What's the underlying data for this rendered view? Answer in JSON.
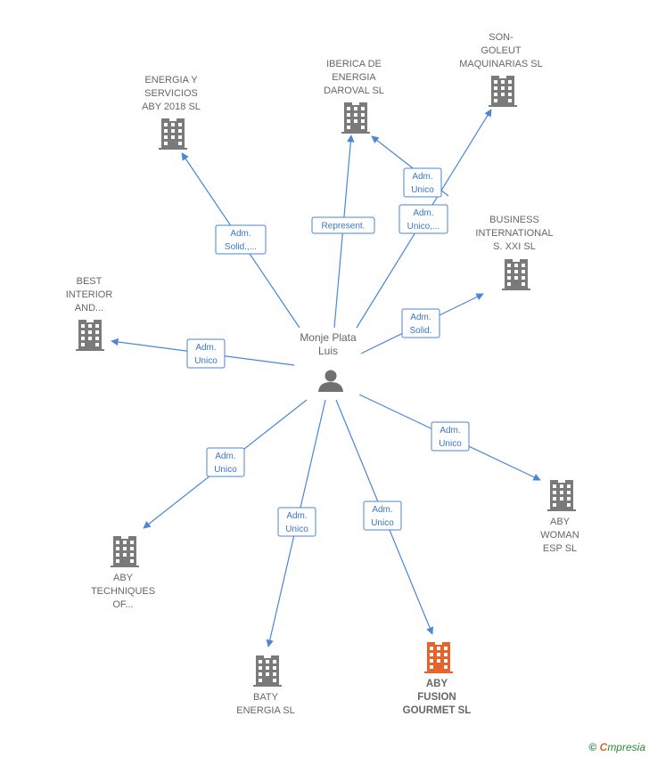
{
  "person": {
    "name_lines": [
      "Monje Plata",
      "Luis"
    ],
    "icon": "person-icon"
  },
  "companies": [
    {
      "id": "energia",
      "lines": [
        "ENERGIA Y",
        "SERVICIOS",
        "ABY 2018  SL"
      ],
      "highlight": false
    },
    {
      "id": "iberica",
      "lines": [
        "IBERICA DE",
        "ENERGIA",
        "DAROVAL  SL"
      ],
      "highlight": false
    },
    {
      "id": "songoleut",
      "lines": [
        "SON-",
        "GOLEUT",
        "MAQUINARIAS SL"
      ],
      "highlight": false
    },
    {
      "id": "business",
      "lines": [
        "BUSINESS",
        "INTERNATIONAL",
        "S.  XXI SL"
      ],
      "highlight": false
    },
    {
      "id": "best",
      "lines": [
        "BEST",
        "INTERIOR",
        "AND..."
      ],
      "highlight": false
    },
    {
      "id": "techniques",
      "lines": [
        "ABY",
        "TECHNIQUES",
        "OF..."
      ],
      "highlight": false
    },
    {
      "id": "baty",
      "lines": [
        "BATY",
        "ENERGIA  SL"
      ],
      "highlight": false
    },
    {
      "id": "fusion",
      "lines": [
        "ABY",
        "FUSION",
        "GOURMET  SL"
      ],
      "highlight": true
    },
    {
      "id": "woman",
      "lines": [
        "ABY",
        "WOMAN",
        "ESP  SL"
      ],
      "highlight": false
    }
  ],
  "edges": [
    {
      "to": "energia",
      "label": [
        "Adm.",
        "Solid.,..."
      ]
    },
    {
      "to": "iberica",
      "label": [
        "Represent."
      ]
    },
    {
      "to": "iberica",
      "label": [
        "Adm.",
        "Unico"
      ]
    },
    {
      "to": "songoleut",
      "label": [
        "Adm.",
        "Unico,..."
      ]
    },
    {
      "to": "business",
      "label": [
        "Adm.",
        "Solid."
      ]
    },
    {
      "to": "best",
      "label": [
        "Adm.",
        "Unico"
      ]
    },
    {
      "to": "techniques",
      "label": [
        "Adm.",
        "Unico"
      ]
    },
    {
      "to": "baty",
      "label": [
        "Adm.",
        "Unico"
      ]
    },
    {
      "to": "fusion",
      "label": [
        "Adm.",
        "Unico"
      ]
    },
    {
      "to": "woman",
      "label": [
        "Adm.",
        "Unico"
      ]
    }
  ],
  "colors": {
    "edge": "#4a86d6",
    "building": "#7a7a7a",
    "building_highlight": "#e8622c",
    "person": "#707070"
  },
  "footer": {
    "copyright": "©",
    "brand_first": "C",
    "brand_rest": "mpresia"
  }
}
